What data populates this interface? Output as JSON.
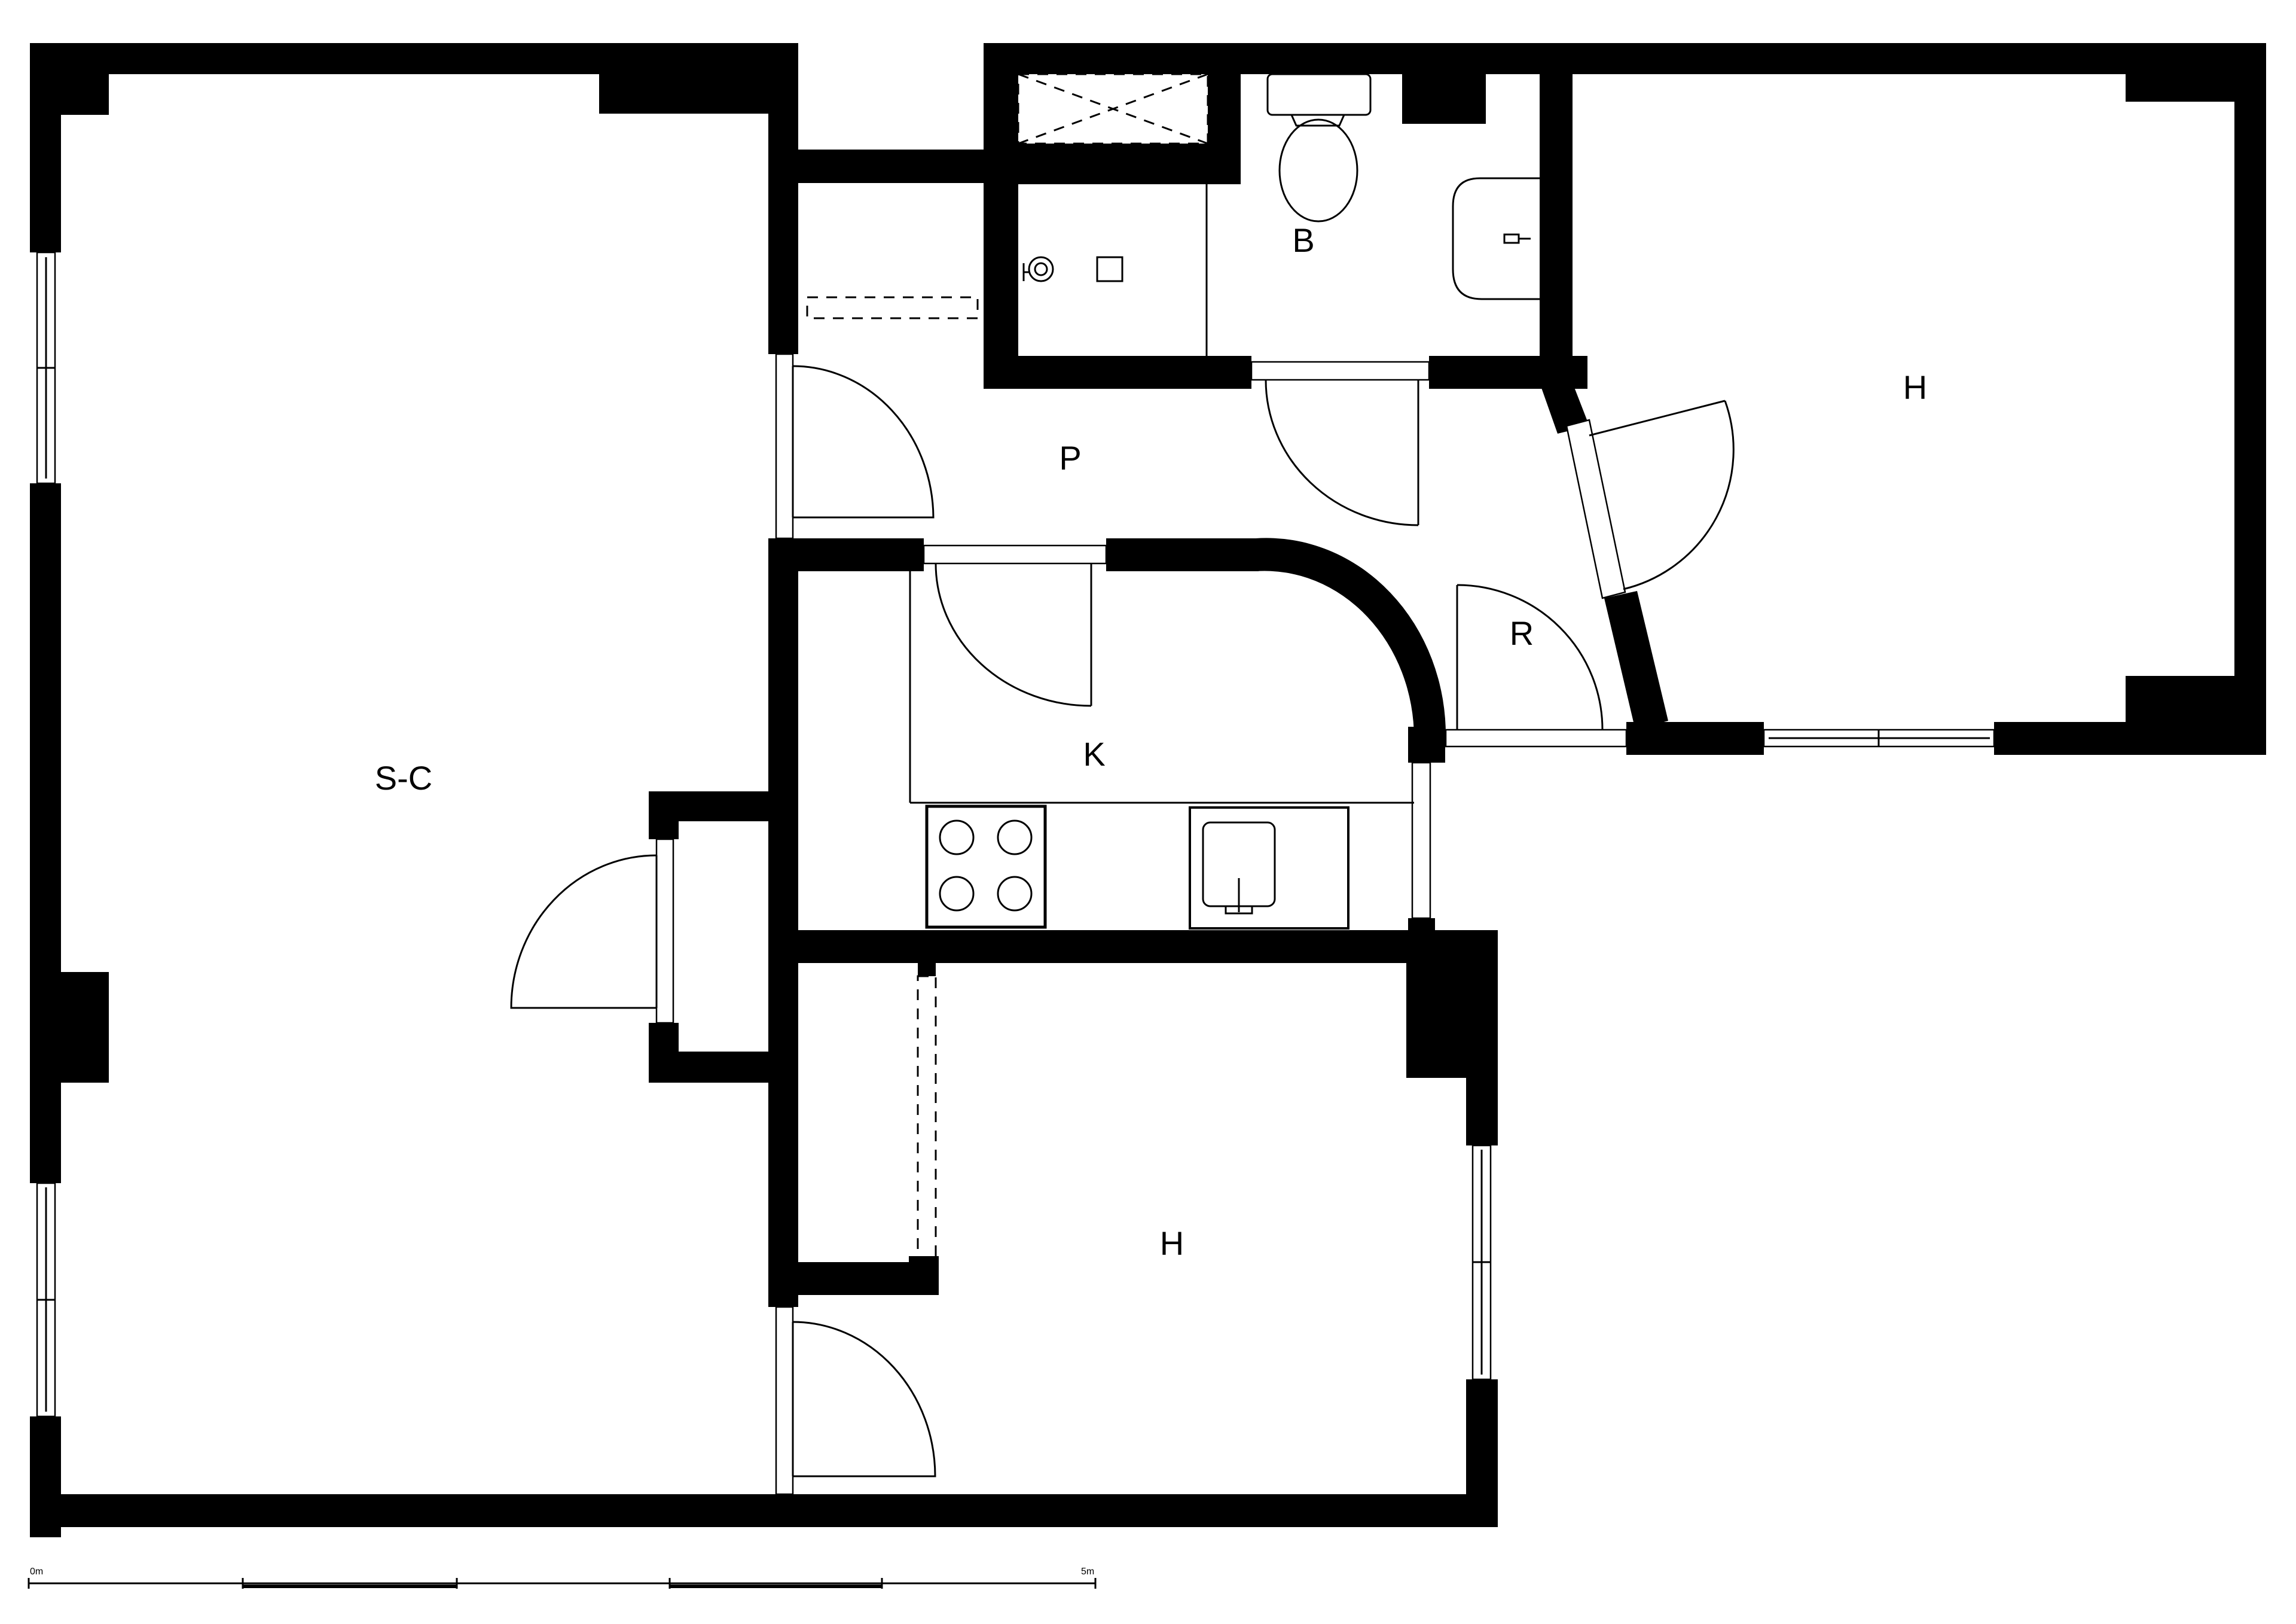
{
  "rooms": {
    "living_dining": "S-C",
    "hall": "P",
    "bathroom": "B",
    "bedroom_east": "H",
    "closet": "R",
    "kitchen": "K",
    "bedroom_south": "H"
  },
  "scale": {
    "start": "0m",
    "end": "5m"
  }
}
